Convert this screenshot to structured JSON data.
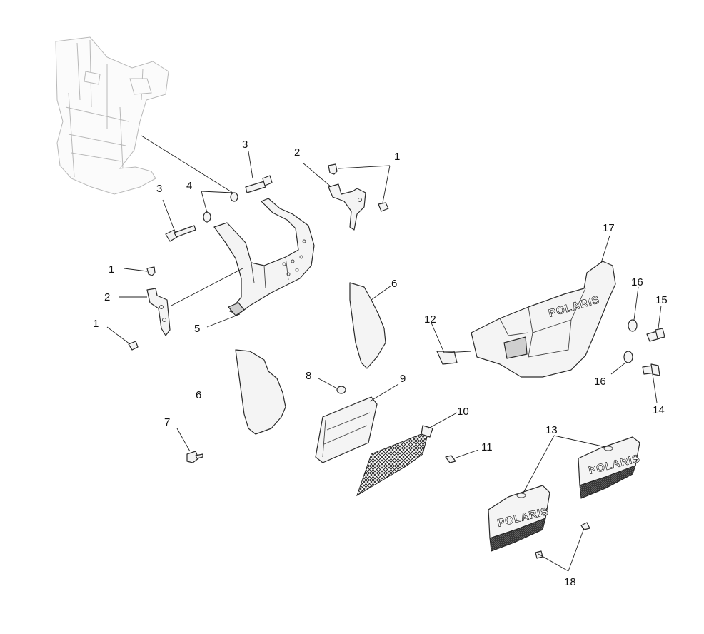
{
  "callouts": [
    {
      "id": "c1a",
      "label": "1"
    },
    {
      "id": "c2a",
      "label": "2"
    },
    {
      "id": "c3a",
      "label": "3"
    },
    {
      "id": "c3b",
      "label": "3"
    },
    {
      "id": "c4",
      "label": "4"
    },
    {
      "id": "c2b",
      "label": "2"
    },
    {
      "id": "c1b",
      "label": "1"
    },
    {
      "id": "c1c",
      "label": "1"
    },
    {
      "id": "c5",
      "label": "5"
    },
    {
      "id": "c6a",
      "label": "6"
    },
    {
      "id": "c6b",
      "label": "6"
    },
    {
      "id": "c7",
      "label": "7"
    },
    {
      "id": "c8",
      "label": "8"
    },
    {
      "id": "c9",
      "label": "9"
    },
    {
      "id": "c10",
      "label": "10"
    },
    {
      "id": "c11",
      "label": "11"
    },
    {
      "id": "c12",
      "label": "12"
    },
    {
      "id": "c13",
      "label": "13"
    },
    {
      "id": "c14",
      "label": "14"
    },
    {
      "id": "c15",
      "label": "15"
    },
    {
      "id": "c16a",
      "label": "16"
    },
    {
      "id": "c16b",
      "label": "16"
    },
    {
      "id": "c17",
      "label": "17"
    },
    {
      "id": "c18",
      "label": "18"
    }
  ],
  "brand_text": "POLARIS"
}
